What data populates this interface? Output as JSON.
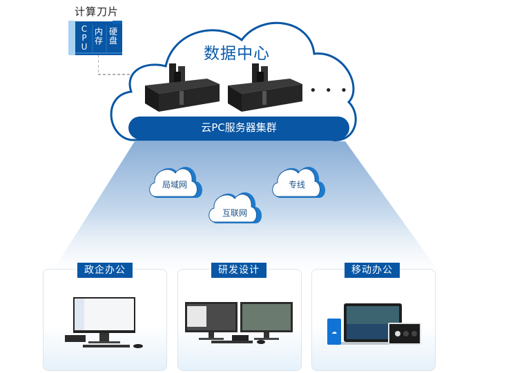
{
  "blade": {
    "title": "计算刀片",
    "cells": [
      {
        "line1": "C",
        "line2": "P",
        "line3": "U"
      },
      {
        "line1": "内",
        "line2": "存"
      },
      {
        "line1": "硬",
        "line2": "盘"
      }
    ]
  },
  "datacenter": {
    "title": "数据中心",
    "cluster_label": "云PC服务器集群",
    "more": "• • •"
  },
  "networks": [
    {
      "label": "局域网"
    },
    {
      "label": "专线"
    },
    {
      "label": "互联网"
    }
  ],
  "scenarios": [
    {
      "label": "政企办公"
    },
    {
      "label": "研发设计"
    },
    {
      "label": "移动办公"
    }
  ],
  "colors": {
    "brand_blue": "#0856a4",
    "beam_top": "#8bb0d8",
    "card_border": "#dde4ec"
  }
}
